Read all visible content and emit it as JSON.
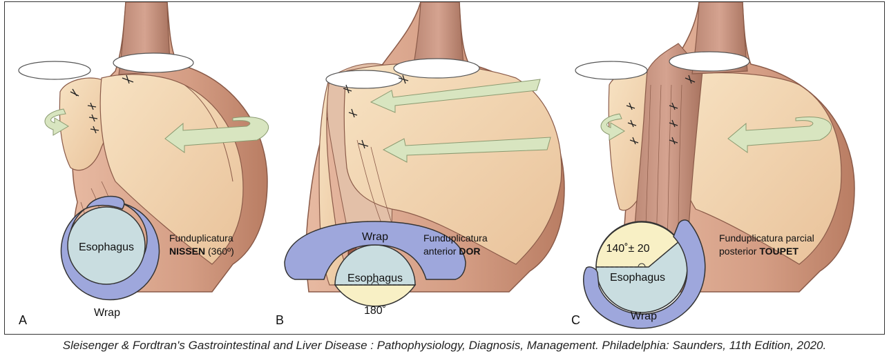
{
  "panels": [
    {
      "letter": "A",
      "title_line1": "Funduplicatura",
      "title_line2": "NISSEN",
      "title_line2_suffix": " (360º)",
      "inner_label": "Esophagus",
      "wrap_label": "Wrap"
    },
    {
      "letter": "B",
      "title_line1": "Funduplicatura",
      "title_line2_prefix": "anterior ",
      "title_line2": "DOR",
      "wrap_label": "Wrap",
      "inner_label": "Esophagus",
      "angle_label": "180˚"
    },
    {
      "letter": "C",
      "title_line1": "Funduplicatura parcial",
      "title_line2_prefix": "posterior ",
      "title_line2": "TOUPET",
      "angle_label": "140˚± 20",
      "inner_label": "Esophagus",
      "wrap_label": "Wrap"
    }
  ],
  "caption": "Sleisenger & Fordtran's Gastrointestinal and Liver Disease : Pathophysiology, Diagnosis, Management. Philadelphia: Saunders, 11th Edition, 2020.",
  "colors": {
    "stomach": "#d9a48c",
    "stomach_dark": "#b9775e",
    "fundus": "#f3d6b0",
    "esophagus_tube": "#c9917c",
    "wrap_blue": "#9ea7dc",
    "esophagus_circle": "#c9dde0",
    "angle_fill": "#f8f0c5",
    "arrow_green": "#d8e5c0",
    "clamp": "#ffffff"
  }
}
